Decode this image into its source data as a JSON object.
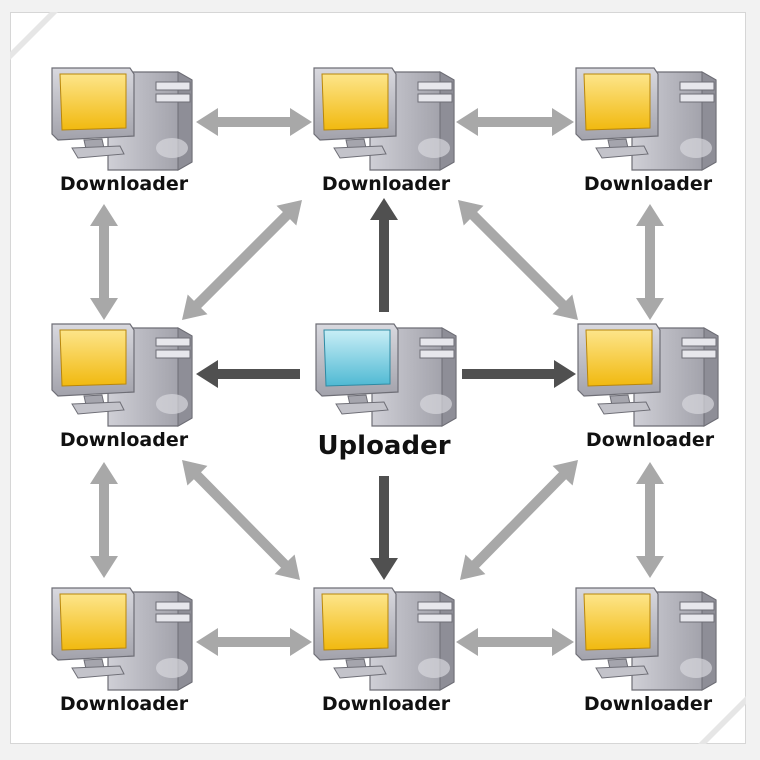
{
  "nodes": [
    {
      "id": "tl",
      "role": "Downloader",
      "screen": "yellow"
    },
    {
      "id": "tc",
      "role": "Downloader",
      "screen": "yellow"
    },
    {
      "id": "tr",
      "role": "Downloader",
      "screen": "yellow"
    },
    {
      "id": "ml",
      "role": "Downloader",
      "screen": "yellow"
    },
    {
      "id": "center",
      "role": "Uploader",
      "screen": "blue"
    },
    {
      "id": "mr",
      "role": "Downloader",
      "screen": "yellow"
    },
    {
      "id": "bl",
      "role": "Downloader",
      "screen": "yellow"
    },
    {
      "id": "bc",
      "role": "Downloader",
      "screen": "yellow"
    },
    {
      "id": "br",
      "role": "Downloader",
      "screen": "yellow"
    }
  ],
  "connections": {
    "upload": [
      "tc",
      "ml",
      "mr",
      "bc"
    ],
    "peer": [
      [
        "tl",
        "tc"
      ],
      [
        "tc",
        "tr"
      ],
      [
        "bl",
        "bc"
      ],
      [
        "bc",
        "br"
      ],
      [
        "tl",
        "ml"
      ],
      [
        "ml",
        "bl"
      ],
      [
        "tr",
        "mr"
      ],
      [
        "mr",
        "br"
      ],
      [
        "ml",
        "tc"
      ],
      [
        "tc",
        "mr"
      ],
      [
        "ml",
        "bc"
      ],
      [
        "bc",
        "mr"
      ]
    ]
  },
  "colors": {
    "upload_arrow": "#505050",
    "peer_arrow": "#a8a8a8",
    "screen_yellow": "#f7c61b",
    "screen_blue": "#6ec9dd",
    "case": "#bfbfc6"
  }
}
